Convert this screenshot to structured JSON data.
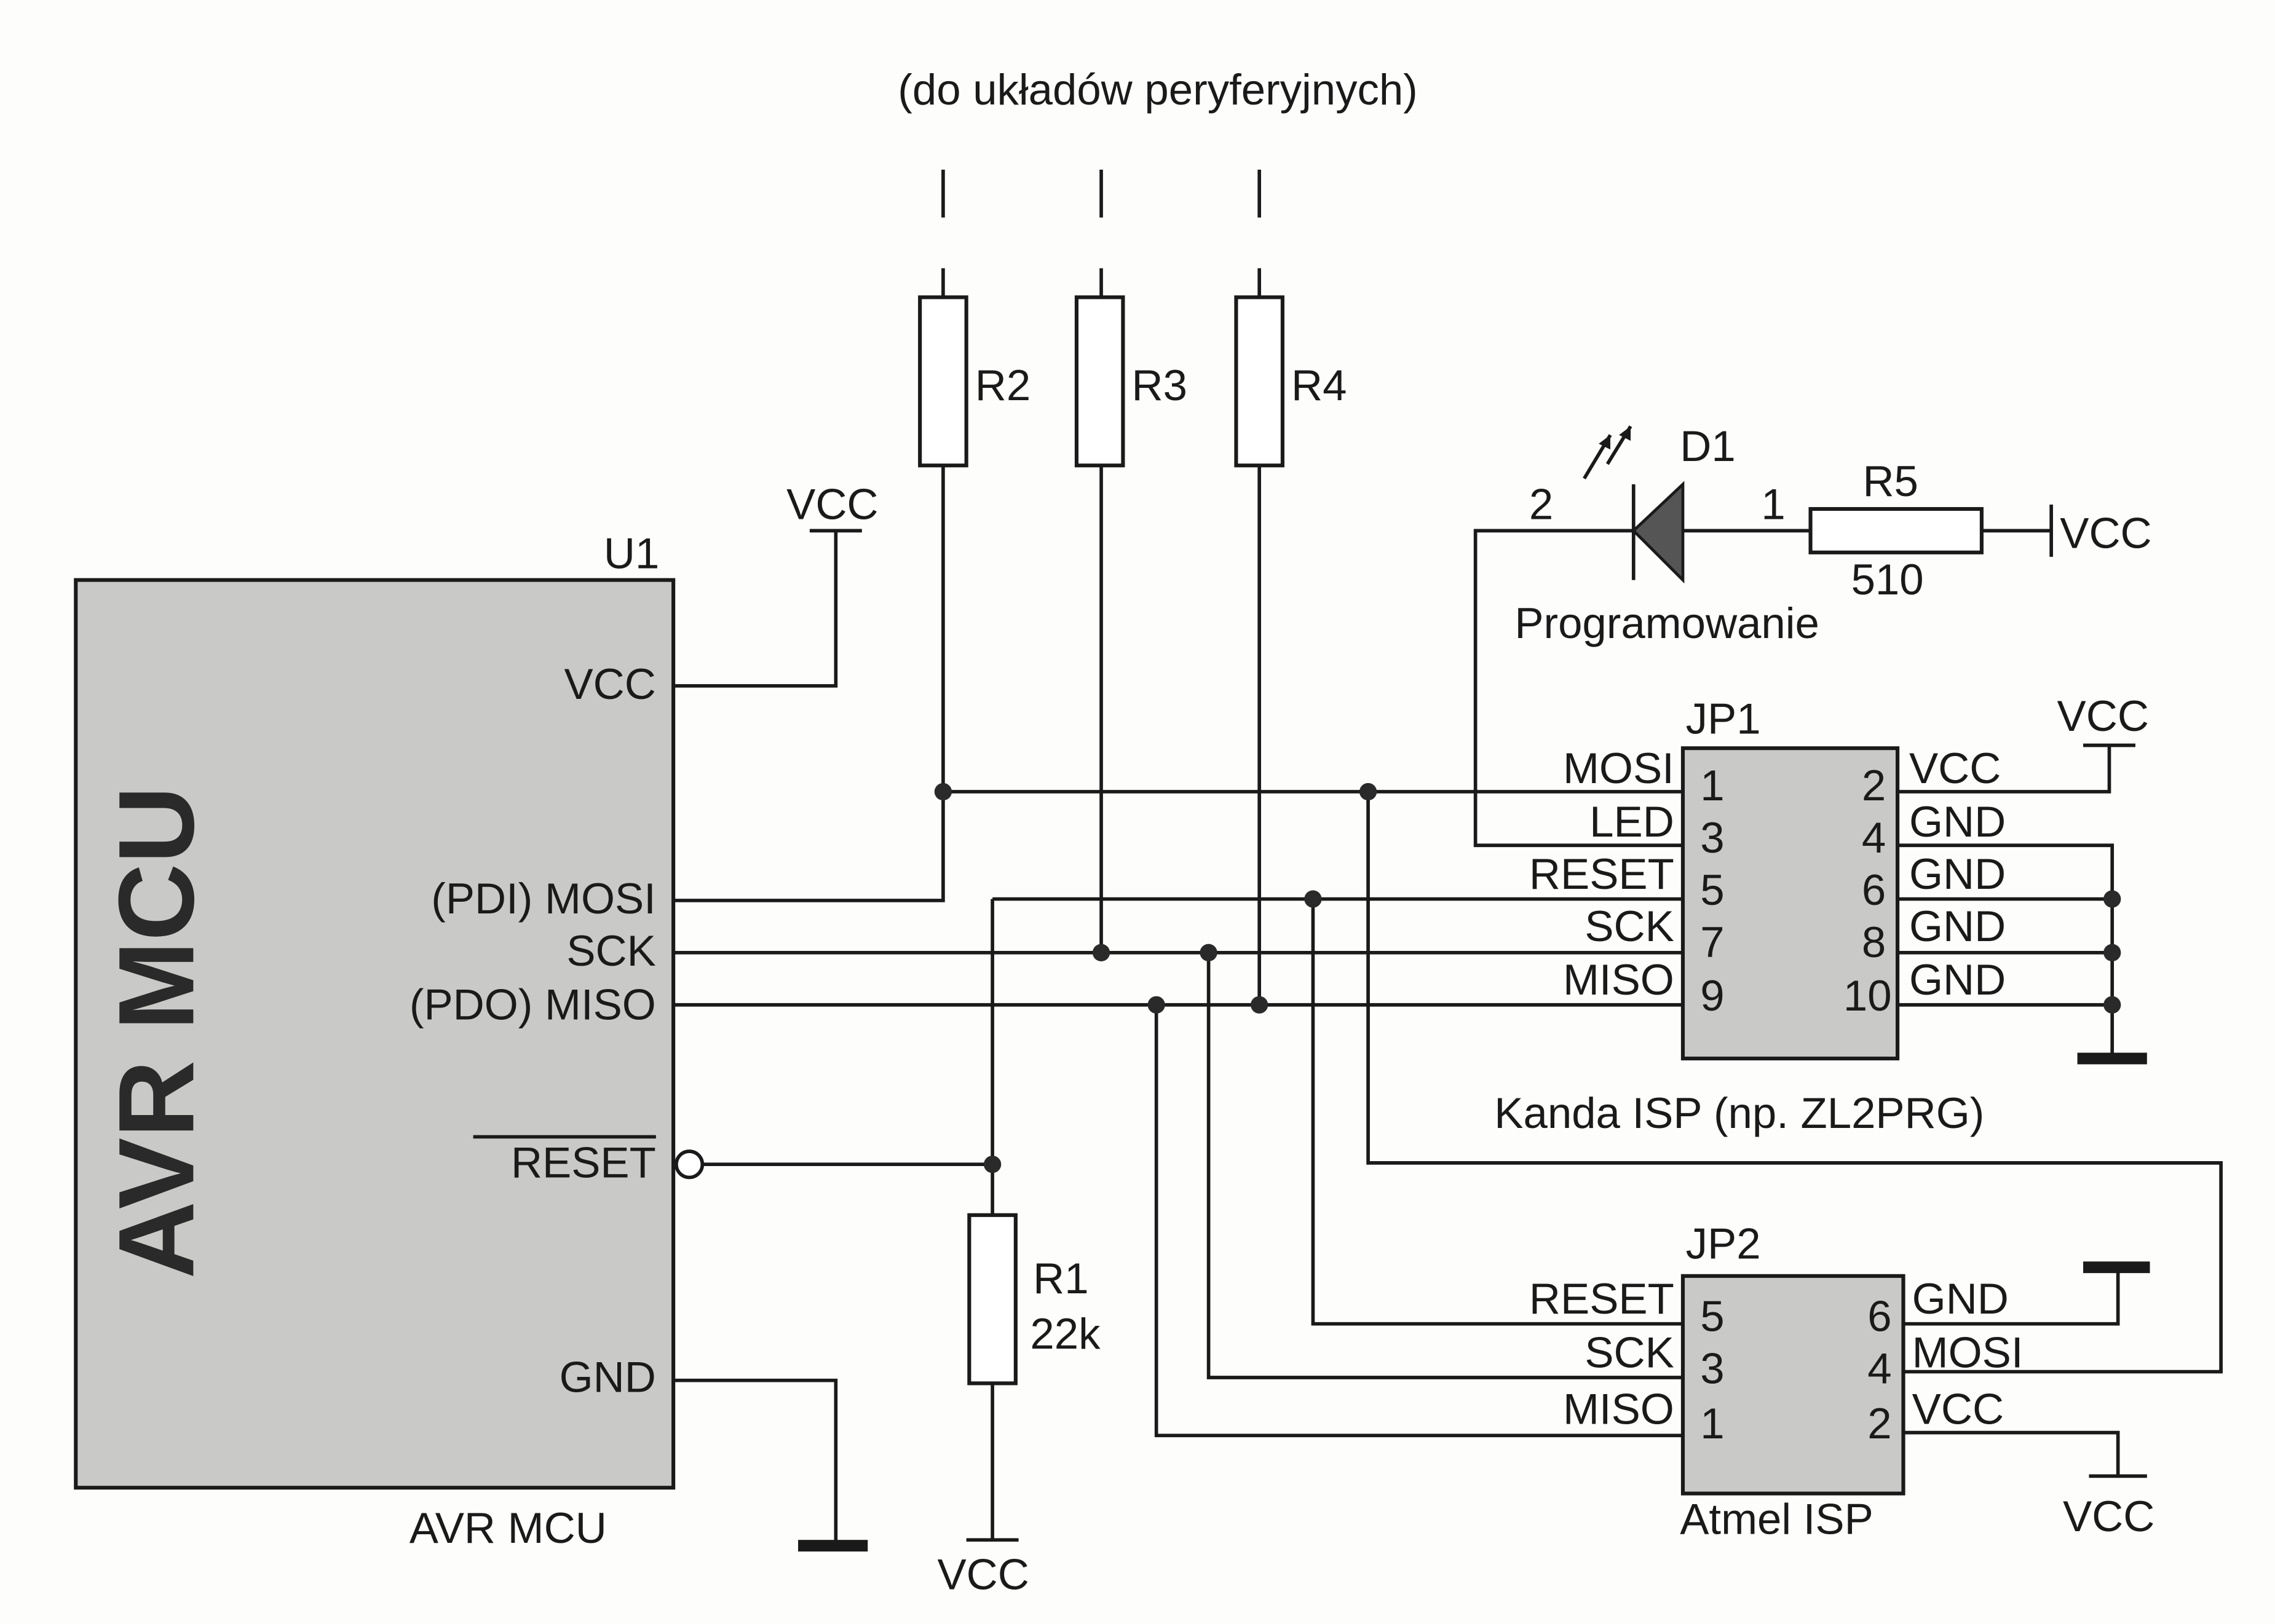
{
  "title": "(do układów peryferyjnych)",
  "u1": {
    "ref": "U1",
    "name": "AVR MCU",
    "caption": "AVR MCU",
    "pins": {
      "vcc": "VCC",
      "mosi": "(PDI) MOSI",
      "sck": "SCK",
      "miso": "(PDO) MISO",
      "reset": "RESET",
      "gnd": "GND"
    }
  },
  "resistors": {
    "r1": {
      "ref": "R1",
      "value": "22k"
    },
    "r2": {
      "ref": "R2"
    },
    "r3": {
      "ref": "R3"
    },
    "r4": {
      "ref": "R4"
    },
    "r5": {
      "ref": "R5",
      "value": "510"
    }
  },
  "led": {
    "ref": "D1",
    "pin_anode": "1",
    "pin_cathode": "2",
    "caption": "Programowanie"
  },
  "power": {
    "vcc": "VCC"
  },
  "jp1": {
    "ref": "JP1",
    "caption": "Kanda ISP (np. ZL2PRG)",
    "left": [
      {
        "label": "MOSI",
        "pin": "1"
      },
      {
        "label": "LED",
        "pin": "3"
      },
      {
        "label": "RESET",
        "pin": "5"
      },
      {
        "label": "SCK",
        "pin": "7"
      },
      {
        "label": "MISO",
        "pin": "9"
      }
    ],
    "right": [
      {
        "label": "VCC",
        "pin": "2"
      },
      {
        "label": "GND",
        "pin": "4"
      },
      {
        "label": "GND",
        "pin": "6"
      },
      {
        "label": "GND",
        "pin": "8"
      },
      {
        "label": "GND",
        "pin": "10"
      }
    ]
  },
  "jp2": {
    "ref": "JP2",
    "caption": "Atmel ISP",
    "left": [
      {
        "label": "RESET",
        "pin": "5"
      },
      {
        "label": "SCK",
        "pin": "3"
      },
      {
        "label": "MISO",
        "pin": "1"
      }
    ],
    "right": [
      {
        "label": "GND",
        "pin": "6"
      },
      {
        "label": "MOSI",
        "pin": "4"
      },
      {
        "label": "VCC",
        "pin": "2"
      }
    ]
  }
}
